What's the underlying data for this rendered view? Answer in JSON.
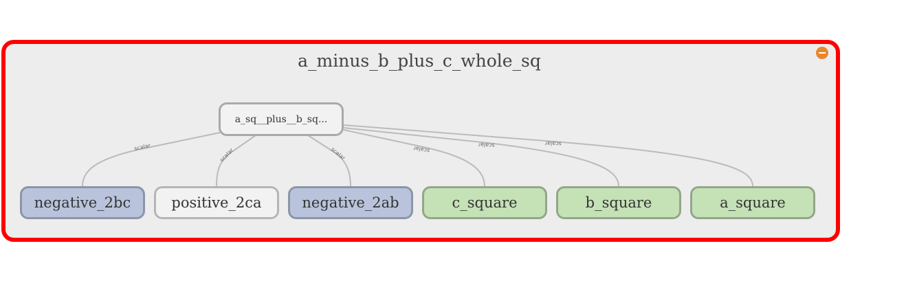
{
  "group": {
    "title": "a_minus_b_plus_c_whole_sq",
    "border_color": "#ff0000",
    "background": "#ededed",
    "collapse_icon": "minus-circle-icon",
    "collapse_color": "#e8872b"
  },
  "meta_node": {
    "label": "a_sq__plus__b_sq..."
  },
  "nodes": [
    {
      "label": "negative_2bc",
      "kind": "blue"
    },
    {
      "label": "positive_2ca",
      "kind": "white"
    },
    {
      "label": "negative_2ab",
      "kind": "blue"
    },
    {
      "label": "c_square",
      "kind": "green"
    },
    {
      "label": "b_square",
      "kind": "green"
    },
    {
      "label": "a_square",
      "kind": "green"
    }
  ],
  "edges": [
    {
      "from": "a_sq__plus__b_sq...",
      "to": "negative_2bc",
      "label": "scalar"
    },
    {
      "from": "a_sq__plus__b_sq...",
      "to": "positive_2ca",
      "label": "scalar"
    },
    {
      "from": "a_sq__plus__b_sq...",
      "to": "negative_2ab",
      "label": "scalar"
    },
    {
      "from": "a_sq__plus__b_sq...",
      "to": "c_square",
      "label": "scalar"
    },
    {
      "from": "a_sq__plus__b_sq...",
      "to": "b_square",
      "label": "scalar"
    },
    {
      "from": "a_sq__plus__b_sq...",
      "to": "a_square",
      "label": "scalar"
    }
  ],
  "colors": {
    "blue_fill": "#b9c4dc",
    "white_fill": "#f2f2f2",
    "green_fill": "#c5e1b6",
    "edge": "#bbbbbb"
  }
}
